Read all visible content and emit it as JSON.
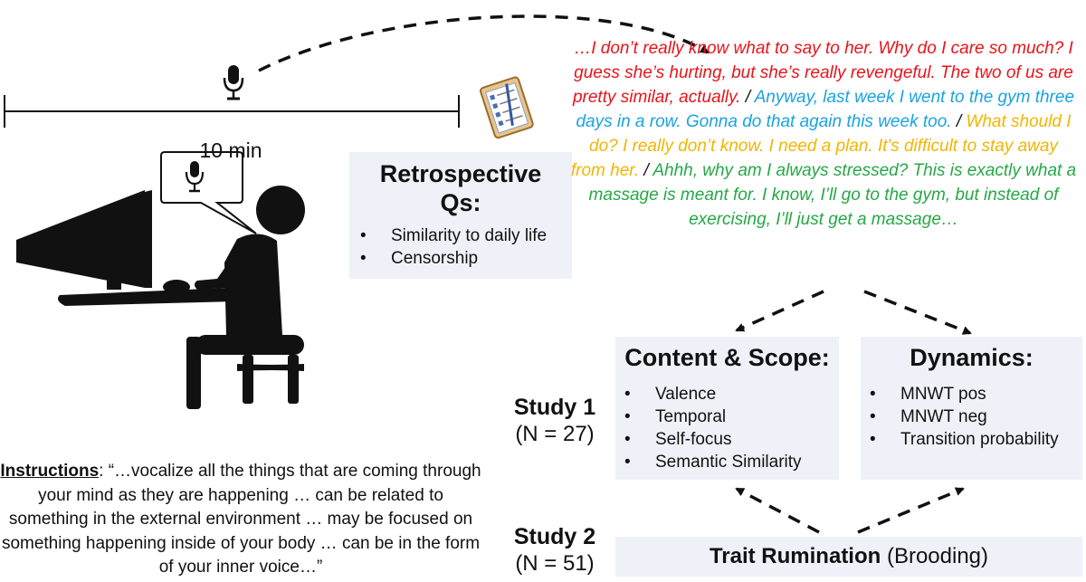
{
  "timeline": {
    "duration": "10 min"
  },
  "retrospective": {
    "title_line1": "Retrospective",
    "title_line2": "Qs:",
    "items": [
      "Similarity to daily life",
      "Censorship"
    ]
  },
  "thought_sample": {
    "red": "…I don’t really know what to say to her. Why do I care so much? I guess she’s hurting, but she’s really revengeful. The two of us are pretty similar, actually.",
    "sep1": " / ",
    "blue": "Anyway, last week I went to the gym three days in a row. Gonna do that again this week too.",
    "sep2": " / ",
    "gold": "What should I do? I really don’t know. I need a plan. It's difficult to stay away from her.",
    "sep3": " / ",
    "green": "Ahhh, why am I always stressed? This is exactly what a massage is meant for. I know, I’ll go to the gym, but instead of exercising, I’ll just get a massage…"
  },
  "content_scope": {
    "title": "Content & Scope:",
    "items": [
      "Valence",
      "Temporal",
      "Self-focus",
      "Semantic Similarity"
    ]
  },
  "dynamics": {
    "title": "Dynamics:",
    "items": [
      "MNWT pos",
      "MNWT neg",
      "Transition probability"
    ]
  },
  "study1": {
    "name": "Study 1",
    "n": "(N = 27)"
  },
  "study2": {
    "name": "Study 2",
    "n": "(N = 51)"
  },
  "trait": {
    "bold": "Trait Rumination",
    "normal": " (Brooding)"
  },
  "instructions": {
    "label": "Instructions",
    "text": ": “…vocalize all the things that are coming through your mind as they are happening … can be related to something in the external environment … may be focused on something happening inside of your body … can be in the form of your inner voice…”"
  },
  "colors": {
    "red": "#e8141b",
    "blue": "#1aa3e0",
    "gold": "#f2b500",
    "green": "#25a846",
    "box": "#eef2f8"
  },
  "icons": [
    "microphone-icon",
    "checklist-icon",
    "person-at-computer-icon",
    "speech-bubble-icon"
  ]
}
